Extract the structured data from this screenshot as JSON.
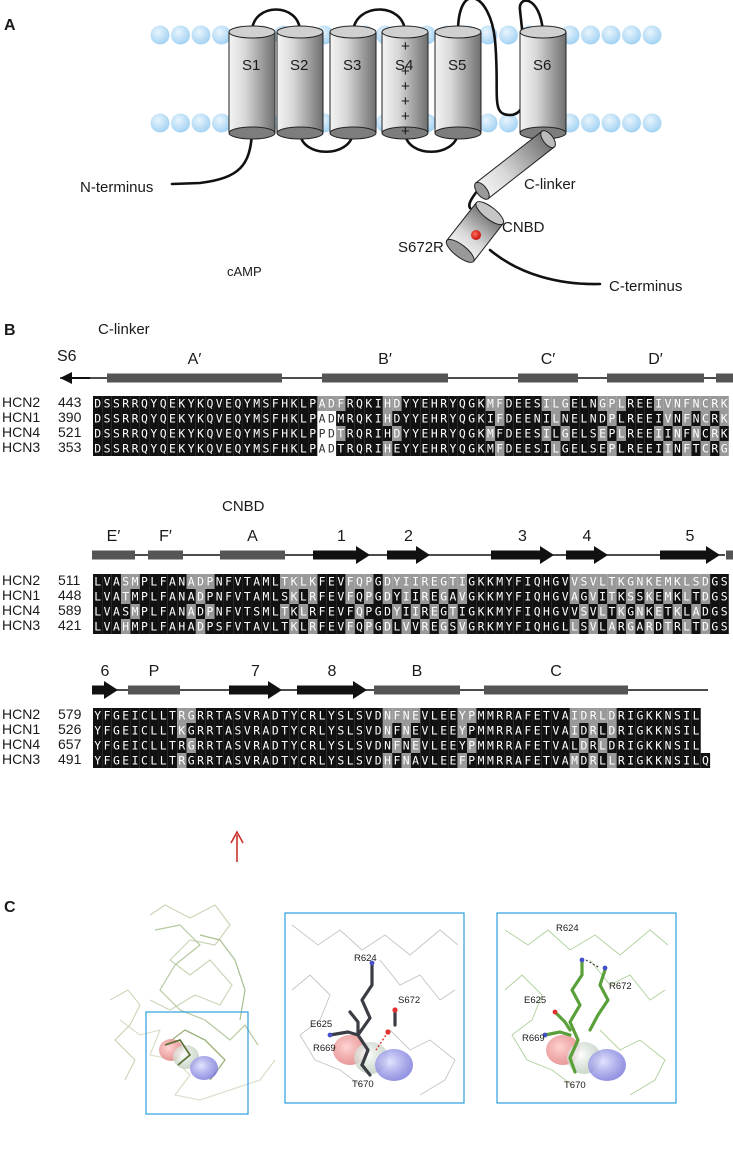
{
  "panels": {
    "a": {
      "label": "A"
    },
    "b": {
      "label": "B"
    },
    "c": {
      "label": "C"
    }
  },
  "topology": {
    "segments": [
      "S1",
      "S2",
      "S3",
      "S4",
      "S5",
      "S6"
    ],
    "s4_charges": [
      "+",
      "+",
      "+",
      "+",
      "+",
      "+"
    ],
    "n_terminus": "N-terminus",
    "c_linker": "C-linker",
    "cnbd": "CNBD",
    "mutation": "S672R",
    "c_terminus": "C-terminus",
    "camp": "cAMP"
  },
  "alignment": {
    "region_clinker": "C-linker",
    "region_cnbd": "CNBD",
    "s6_label": "S6",
    "arrow_label": "↑",
    "blocks": [
      {
        "structure": [
          "A′",
          "B′",
          "C′",
          "D′"
        ],
        "rows": [
          {
            "name": "HCN2",
            "start": "443",
            "seq": "DSSRRQYQEKYKQVEQYMSFHKLPADFRQKIHDYYEHRYQGKMFDEESILGELNGPLREEIVNFNCRK"
          },
          {
            "name": "HCN1",
            "start": "390",
            "seq": "DSSRRQYQEKYKQVEQYMSFHKLPADMRQKIHDYYEHRYQGKIFDEENILNELNDPLREEIVNFNCRK"
          },
          {
            "name": "HCN4",
            "start": "521",
            "seq": "DSSRRQYQEKYKQVEQYMSFHKLPPDTRQRIHDYYEHRYQGKMFDEESILGELSEPLREEIINFNCRK"
          },
          {
            "name": "HCN3",
            "start": "353",
            "seq": "DSSRRQYQEKYKQVEQYMSFHKLPADTRQRIHEYYEHRYQGKMFDEESILGELSEPLREEIINFTCRG"
          }
        ]
      },
      {
        "structure": [
          "E′",
          "F′",
          "A",
          "1",
          "2",
          "3",
          "4",
          "5"
        ],
        "rows": [
          {
            "name": "HCN2",
            "start": "511",
            "seq": "LVASMPLFANADPNFVTAMLTKLKFEVFQPGDYIIREGTIGKKMYFIQHGVVSVLTKGNKEMKLSDGS"
          },
          {
            "name": "HCN1",
            "start": "448",
            "seq": "LVATMPLFANADPNFVTAMLSKLRFEVFQPGDYIIREGAVGKKMYFIQHGVAGVITKSSKEMKLTDGS"
          },
          {
            "name": "HCN4",
            "start": "589",
            "seq": "LVASMPLFANADPNFVTSMLTKLRFEVFQPGDYIIREGTIGKKMYFIQHGVVSVLTKGNKETKLADGS"
          },
          {
            "name": "HCN3",
            "start": "421",
            "seq": "LVAHMPLFAHADPSFVTAVLTKLRFEVFQPGDLVVREGSVGRKMYFIQHGLLSVLARGARDTRLTDGS"
          }
        ]
      },
      {
        "structure": [
          "6",
          "P",
          "7",
          "8",
          "B",
          "C"
        ],
        "rows": [
          {
            "name": "HCN2",
            "start": "579",
            "seq": "YFGEICLLTRGRRTASVRADTYCRLYSLSVDNFNEVLEEYPMMRRAFETVAIDRLDRIGKKNSIL"
          },
          {
            "name": "HCN1",
            "start": "526",
            "seq": "YFGEICLLTKGRRTASVRADTYCRLYSLSVDNFNEVLEEYPMMRRAFETVAIDRLDRIGKKNSIL"
          },
          {
            "name": "HCN4",
            "start": "657",
            "seq": "YFGEICLLTRGRRTASVRADTYCRLYSLSVDNFNEVLEEYPMMRRAFETVALDRLDRIGKKNSIL"
          },
          {
            "name": "HCN3",
            "start": "491",
            "seq": "YFGEICLLTRGRRTASVRADTYCRLYSLSVDHFNAVLEEFPMMRRAFETVAMDRLLRIGKKNSILQ"
          }
        ]
      }
    ]
  },
  "structures": {
    "wt": {
      "residues": [
        "R624",
        "E625",
        "S672",
        "R669",
        "T670"
      ]
    },
    "mut": {
      "residues": [
        "R624",
        "R672",
        "E625",
        "R669",
        "T670"
      ]
    }
  },
  "colors": {
    "membrane_bead": "#aed8f5",
    "cylinder_dark": "#7a7a7a",
    "mutation_dot": "#e0201b",
    "aln_black": "#111111",
    "aln_gray": "#999999",
    "helix_bar": "#555555",
    "arrow_red": "#c8312b",
    "box_blue": "#2b9fe0",
    "wt_stick": "#3a3d44",
    "mut_stick": "#5aa03a"
  }
}
